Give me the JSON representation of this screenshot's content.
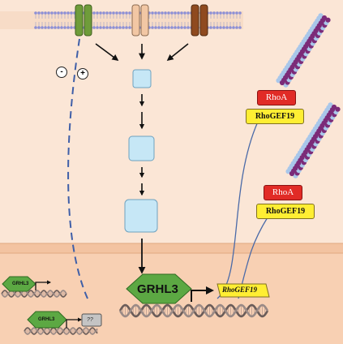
{
  "labels": {
    "minus": "-",
    "plus": "+",
    "rhoa": "RhoA",
    "rhogef19": "RhoGEF19",
    "grhl3": "GRHL3",
    "target_gene": "RhoGEF19",
    "unknown_target": "??"
  },
  "colors": {
    "background_upper": "#fbe6d6",
    "nucleus": "#f8d0b3",
    "nuclear_envelope": "#f3c3a1",
    "signal_box": "#c6e7f6",
    "grhl3_protein": "#5ca843",
    "rhoa": "#e12b26",
    "rhogef19": "#ffee33",
    "receptor_green": "#6f9c3a",
    "receptor_tan": "#f2c7a4",
    "receptor_brown": "#8f4a1f",
    "actin_purple": "#7b2b79",
    "actin_blue": "#a9c7ea",
    "dashed_regulation": "#3f5fa8",
    "membrane_head": "#8c8fd6"
  },
  "icons": {
    "receptors": [
      "receptor-green-icon",
      "receptor-tan-icon",
      "receptor-brown-icon"
    ],
    "dna": "dna-helix-icon",
    "actin": "actin-filament-icon"
  }
}
